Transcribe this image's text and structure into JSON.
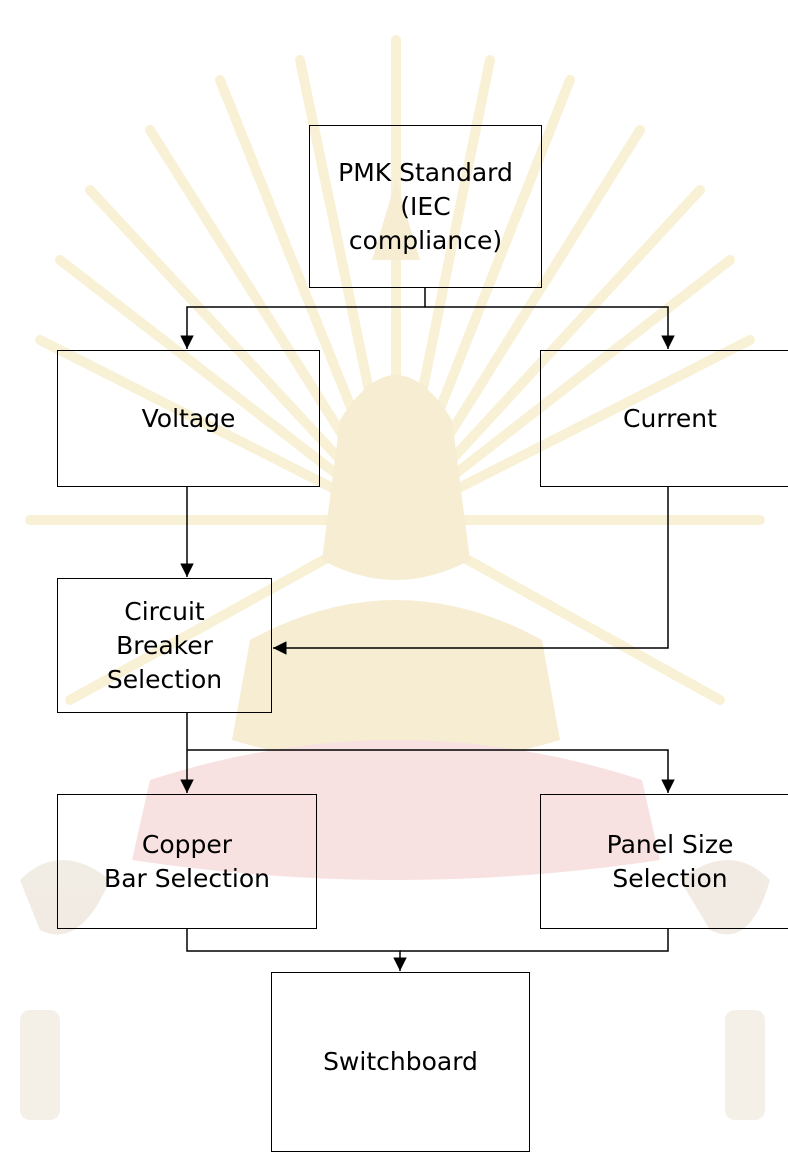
{
  "diagram": {
    "nodes": {
      "pmk": "PMK Standard\n(IEC\ncompliance)",
      "voltage": "Voltage",
      "current": "Current",
      "circuit_breaker": "Circuit\nBreaker\nSelection",
      "copper_bar": "Copper\nBar Selection",
      "panel_size": "Panel Size\nSelection",
      "switchboard": "Switchboard"
    },
    "edges": [
      {
        "from": "pmk",
        "to": "voltage"
      },
      {
        "from": "pmk",
        "to": "current"
      },
      {
        "from": "voltage",
        "to": "circuit_breaker"
      },
      {
        "from": "current",
        "to": "circuit_breaker"
      },
      {
        "from": "circuit_breaker",
        "to": "copper_bar"
      },
      {
        "from": "circuit_breaker",
        "to": "panel_size"
      },
      {
        "from": "copper_bar",
        "to": "switchboard"
      },
      {
        "from": "panel_size",
        "to": "switchboard"
      }
    ],
    "colors": {
      "line": "#000000",
      "box_border": "#000000",
      "watermark": "#f1e0a8",
      "watermark_base": "#f3c9c9"
    },
    "watermark": "university-seal-watermark"
  }
}
